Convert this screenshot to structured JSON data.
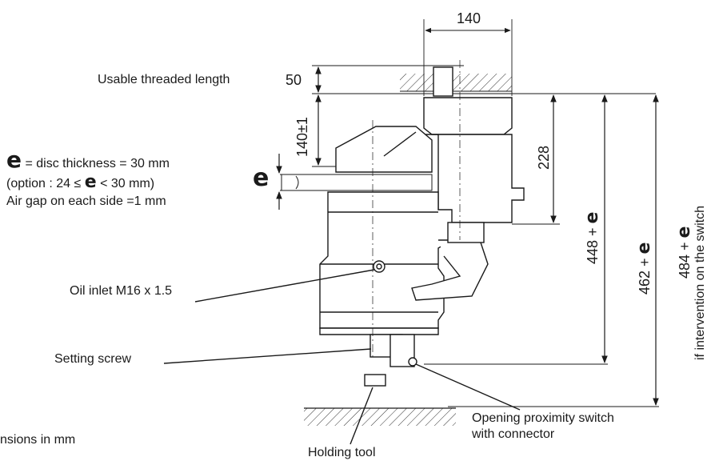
{
  "title": "",
  "labels": {
    "usable_threaded_length": "Usable threaded length",
    "oil_inlet": "Oil inlet M16 x 1.5",
    "setting_screw": "Setting screw",
    "holding_tool": "Holding tool",
    "proximity_line1": "Opening proximity switch",
    "proximity_line2": "with connector",
    "units_note": "nsions in mm"
  },
  "disc_note": {
    "e_symbol": "e",
    "line1_rest": " = disc thickness = 30 mm",
    "line2_pre": "(option : 24 ≤ ",
    "line2_post": " < 30 mm)",
    "line3": "Air gap on each side =1 mm"
  },
  "dimensions": {
    "top_width": "140",
    "thread_length": "50",
    "upper_height": "140±1",
    "disc_thickness_symbol": "e",
    "inner_height": "228",
    "height_1": "448 + ",
    "height_2": "462 + ",
    "height_3": "484 + ",
    "height_3_note": "if intervention on the switch"
  }
}
